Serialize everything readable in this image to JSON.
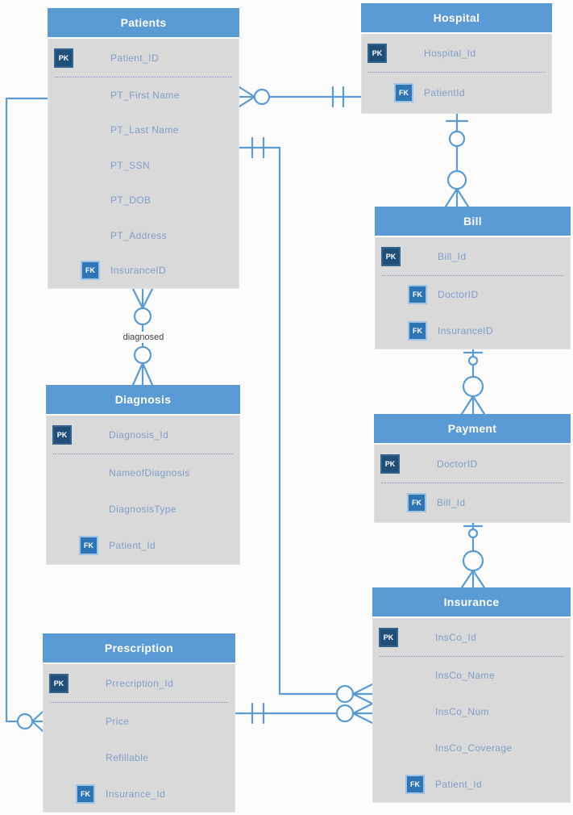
{
  "diagram": {
    "colors": {
      "canvas": "#fcfcfc",
      "header_fill": "#5b9bd5",
      "title_text": "#ffffff",
      "body_fill": "#d9d9d9",
      "pk_badge": "#1f4e79",
      "fk_badge": "#2e75b6",
      "field_text": "#7f9ec9",
      "connector": "#5b9bd5",
      "label_text": "#404040"
    },
    "entities": [
      {
        "title": "Patients",
        "fields": [
          {
            "name": "Patient_ID",
            "key": "PK"
          },
          {
            "name": "PT_First Name"
          },
          {
            "name": "PT_Last Name"
          },
          {
            "name": "PT_SSN"
          },
          {
            "name": "PT_DOB"
          },
          {
            "name": "PT_Address"
          },
          {
            "name": "InsuranceID",
            "key": "FK"
          }
        ]
      },
      {
        "title": "Hospital",
        "fields": [
          {
            "name": "Hospital_Id",
            "key": "PK"
          },
          {
            "name": "PatientId",
            "key": "FK"
          }
        ]
      },
      {
        "title": "Bill",
        "fields": [
          {
            "name": "Bill_Id",
            "key": "PK"
          },
          {
            "name": "DoctorID",
            "key": "FK"
          },
          {
            "name": "InsuranceID",
            "key": "FK"
          }
        ]
      },
      {
        "title": "Payment",
        "fields": [
          {
            "name": "DoctorID",
            "key": "PK"
          },
          {
            "name": "Bill_Id",
            "key": "FK"
          }
        ]
      },
      {
        "title": "Diagnosis",
        "fields": [
          {
            "name": "Diagnosis_Id",
            "key": "PK"
          },
          {
            "name": "NameofDiagnosis"
          },
          {
            "name": "DiagnosisType"
          },
          {
            "name": "Patient_Id",
            "key": "FK"
          }
        ]
      },
      {
        "title": "Insurance",
        "fields": [
          {
            "name": "InsCo_Id",
            "key": "PK"
          },
          {
            "name": "InsCo_Name"
          },
          {
            "name": "InsCo_Num"
          },
          {
            "name": "InsCo_Coverage"
          },
          {
            "name": "Patient_Id",
            "key": "FK"
          }
        ]
      },
      {
        "title": "Prescription",
        "fields": [
          {
            "name": "Prrecription_Id",
            "key": "PK"
          },
          {
            "name": "Price"
          },
          {
            "name": "Refillable"
          },
          {
            "name": "Insurance_Id",
            "key": "FK"
          }
        ]
      }
    ],
    "relationships": [
      {
        "from": "Patients",
        "to": "Hospital",
        "from_end": "zero-or-many",
        "to_end": "one-and-only-one",
        "label": ""
      },
      {
        "from": "Hospital",
        "to": "Bill",
        "from_end": "zero-or-one",
        "to_end": "zero-or-many",
        "label": ""
      },
      {
        "from": "Bill",
        "to": "Payment",
        "from_end": "zero-or-one",
        "to_end": "zero-or-many",
        "label": ""
      },
      {
        "from": "Payment",
        "to": "Insurance",
        "from_end": "zero-or-one",
        "to_end": "zero-or-many",
        "label": ""
      },
      {
        "from": "Patients",
        "to": "Diagnosis",
        "from_end": "zero-or-many",
        "to_end": "zero-or-many",
        "label": "diagnosed"
      },
      {
        "from": "Patients",
        "to": "Prescription",
        "from_end": "one-and-only-one",
        "to_end": "zero-or-many",
        "label": ""
      },
      {
        "from": "Patients",
        "to": "Insurance",
        "from_end": "one-and-only-one",
        "to_end": "zero-or-many",
        "label": ""
      },
      {
        "from": "Prescription",
        "to": "Insurance",
        "from_end": "one-and-only-one",
        "to_end": "zero-or-many",
        "label": ""
      }
    ]
  }
}
